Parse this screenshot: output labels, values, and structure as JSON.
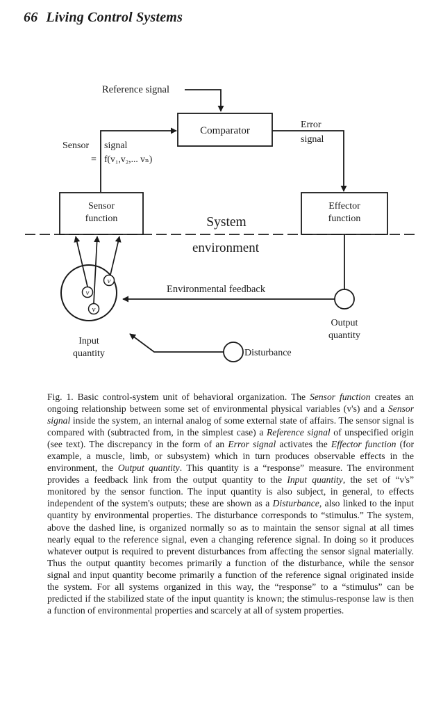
{
  "header": {
    "page_number": "66",
    "running_title": "Living Control Systems"
  },
  "diagram": {
    "reference_signal": "Reference signal",
    "comparator": "Comparator",
    "error": "Error",
    "signal": "signal",
    "sensor_signal_left": "Sensor",
    "sensor_signal_right": "signal",
    "sensor_formula_eq": "=",
    "sensor_formula": "f(v₁,v₂,... vₙ)",
    "sensor_function_l1": "Sensor",
    "sensor_function_l2": "function",
    "effector_function_l1": "Effector",
    "effector_function_l2": "function",
    "system": "System",
    "environment": "environment",
    "environmental_feedback": "Environmental feedback",
    "output_quantity_l1": "Output",
    "output_quantity_l2": "quantity",
    "input_quantity_l1": "Input",
    "input_quantity_l2": "quantity",
    "disturbance": "Disturbance",
    "v_label": "v"
  },
  "caption": {
    "s01": "Fig. 1. Basic control-system unit of behavioral organization. The ",
    "s02": "Sensor function",
    "s03": " creates an ongoing relationship between some set of environmental physical variables (v's) and a ",
    "s04": "Sensor signal",
    "s05": " inside the system, an internal analog of some external state of affairs. The sensor signal is compared with (subtracted from, in the simplest case) a ",
    "s06": "Reference signal",
    "s07": " of unspecified origin (see text). The discrepancy in the form of an ",
    "s08": "Error signal",
    "s09": " activates the ",
    "s10": "Effector function",
    "s11": " (for example, a muscle, limb, or subsystem) which in turn produces observable effects in the environment, the ",
    "s12": "Output quantity",
    "s13": ". This quantity is a “response” measure. The environment provides a feedback link from the output quantity to the ",
    "s14": "Input quantity",
    "s15": ", the set of “v's” monitored by the sensor function. The input quantity is also subject, in general, to effects independent of the system's outputs; these are shown as a ",
    "s16": "Disturbance",
    "s17": ", also linked to the input quantity by environmental properties. The disturbance corresponds to “stimulus.” The system, above the dashed line, is organized normally so as to maintain the sensor signal at all times nearly equal to the reference signal, even a changing reference signal. In doing so it produces whatever output is required to prevent disturbances from affecting the sensor signal materially. Thus the output quantity becomes primarily a function of the disturbance, while the sensor signal and input quantity become primarily a function of the reference signal originated inside the system. For all systems organized in this way, the “response” to a “stimulus” can be predicted if the stabilized state of the input quantity is known; the stimulus-response law is then a function of environmental properties and scarcely at all of system properties."
  }
}
